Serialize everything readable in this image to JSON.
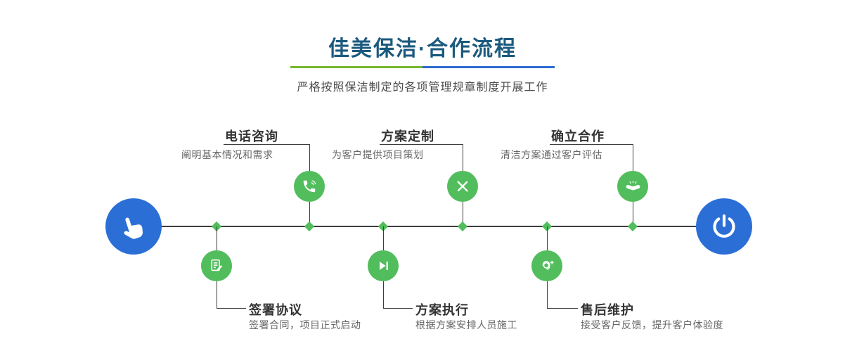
{
  "header": {
    "title": "佳美保洁·合作流程",
    "subtitle": "严格按照保洁制定的各项管理规章制度开展工作"
  },
  "timeline": {
    "start_icon": "hand-pointer-icon",
    "end_icon": "power-icon"
  },
  "steps_top": [
    {
      "title": "电话咨询",
      "desc": "阐明基本情况和需求",
      "icon": "phone-icon"
    },
    {
      "title": "方案定制",
      "desc": "为客户提供项目策划",
      "icon": "design-pencil-icon"
    },
    {
      "title": "确立合作",
      "desc": "清洁方案通过客户评估",
      "icon": "handshake-icon"
    }
  ],
  "steps_bottom": [
    {
      "title": "签署协议",
      "desc": "签署合同，项目正式启动",
      "icon": "contract-sign-icon"
    },
    {
      "title": "方案执行",
      "desc": "根据方案安排人员施工",
      "icon": "play-execute-icon"
    },
    {
      "title": "售后维护",
      "desc": "接受客户反馈，提升客户体验度",
      "icon": "customer-service-icon"
    }
  ],
  "colors": {
    "accent_green": "#52BD5C",
    "accent_blue": "#2B6FD6",
    "title_color": "#1B5A7E",
    "underline_green": "#76B72E",
    "underline_blue": "#2E6BD0",
    "line_color": "#3D3D3D",
    "step_title_color": "#333333",
    "desc_color": "#666666"
  }
}
